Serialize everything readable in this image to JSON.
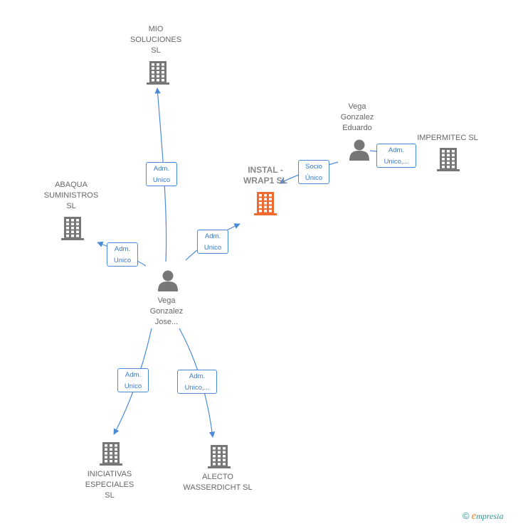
{
  "colors": {
    "edge": "#4a8ad8",
    "node_gray": "#777777",
    "node_highlight": "#f06a30"
  },
  "nodes": {
    "instal": {
      "label": "INSTAL -\nWRAP1  SL",
      "icon": "building-icon"
    },
    "mio": {
      "label": "MIO\nSOLUCIONES\nSL",
      "icon": "building-icon"
    },
    "abaqua": {
      "label": "ABAQUA\nSUMINISTROS\nSL",
      "icon": "building-icon"
    },
    "impermitec": {
      "label": "IMPERMITEC SL",
      "icon": "building-icon"
    },
    "iniciativas": {
      "label": "INICIATIVAS\nESPECIALES\nSL",
      "icon": "building-icon"
    },
    "alecto": {
      "label": "ALECTO\nWASSERDICHT SL",
      "icon": "building-icon"
    },
    "jose": {
      "label": "Vega\nGonzalez\nJose...",
      "icon": "person-icon"
    },
    "eduardo": {
      "label": "Vega\nGonzalez\nEduardo",
      "icon": "person-icon"
    }
  },
  "edges": {
    "jose_mio": "Adm.\nUnico",
    "jose_abaqua": "Adm.\nUnico",
    "jose_instal": "Adm.\nUnico",
    "jose_iniciativas": "Adm.\nUnico",
    "jose_alecto": "Adm.\nUnico,...",
    "eduardo_instal": "Socio\nÚnico",
    "eduardo_impermitec": "Adm.\nUnico,..."
  },
  "footer": {
    "copyright": "©",
    "brand_first": "e",
    "brand_rest": "mpresia"
  }
}
